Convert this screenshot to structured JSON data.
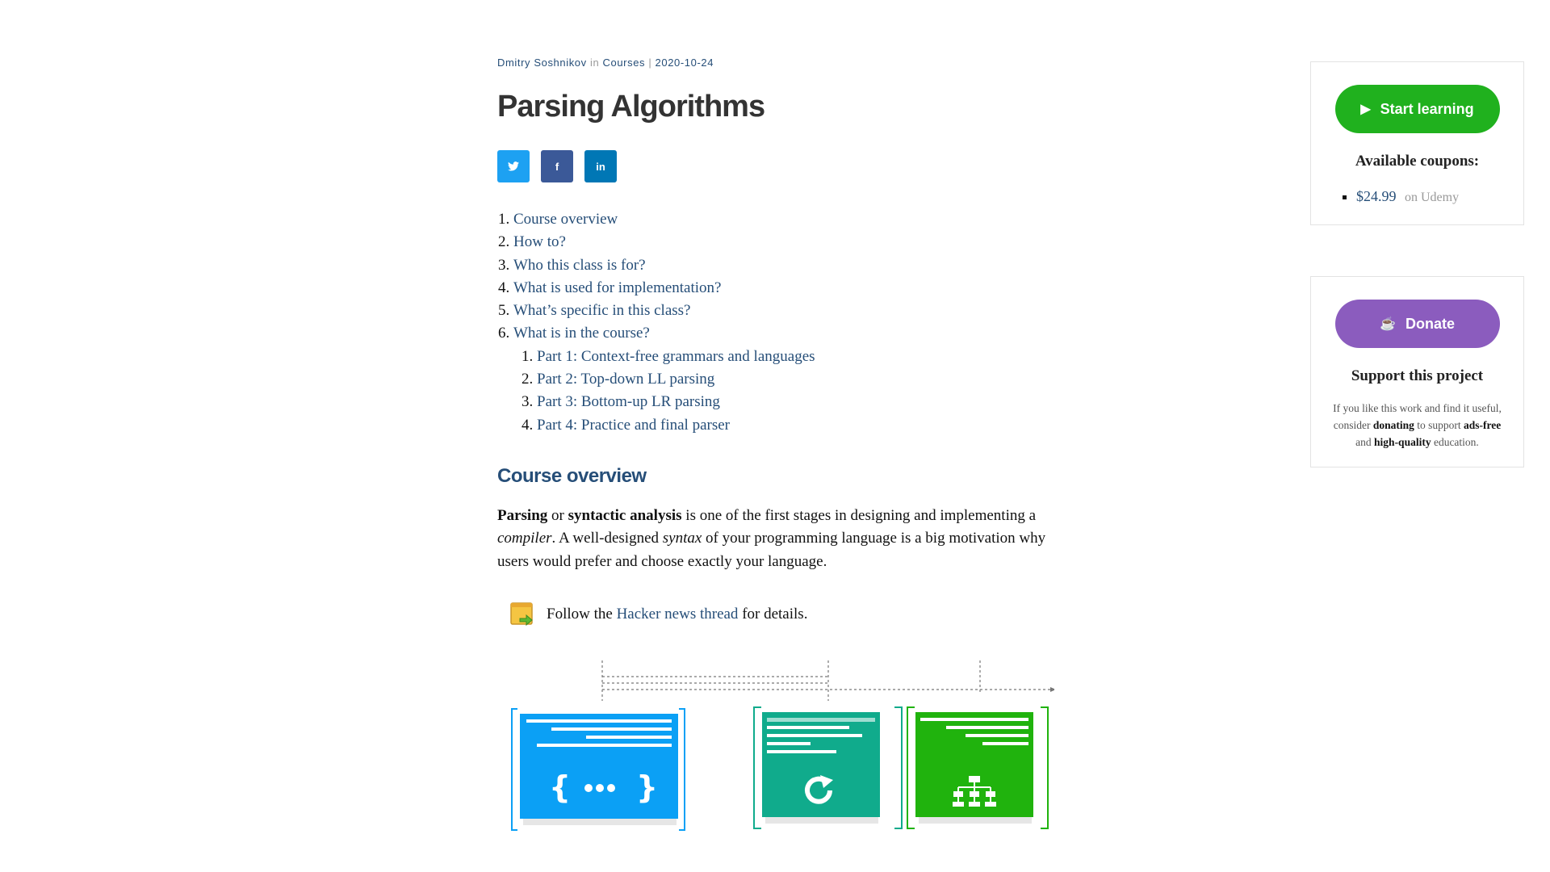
{
  "article": {
    "author": "Dmitry Soshnikov",
    "in": "in",
    "category": "Courses",
    "separator": "|",
    "date": "2020-10-24",
    "title": "Parsing Algorithms"
  },
  "share": {
    "twitter_icon": "twitter-icon",
    "facebook_icon": "facebook-icon",
    "linkedin_icon": "linkedin-icon",
    "twitter_glyph": "🐦",
    "facebook_glyph": "f",
    "linkedin_glyph": "in",
    "colors": {
      "twitter": "#1da1f2",
      "facebook": "#3b5998",
      "linkedin": "#0077b5"
    }
  },
  "toc": {
    "items": [
      "Course overview",
      "How to?",
      "Who this class is for?",
      "What is used for implementation?",
      "What’s specific in this class?",
      "What is in the course?"
    ],
    "subitems": [
      "Part 1: Context-free grammars and languages",
      "Part 2: Top-down LL parsing",
      "Part 3: Bottom-up LR parsing",
      "Part 4: Practice and final parser"
    ]
  },
  "overview": {
    "heading": "Course overview",
    "t1_bold": "Parsing",
    "t2": " or ",
    "t3_bold": "syntactic analysis",
    "t4": " is one of the first stages in designing and implementing a ",
    "t5_italic": "compiler",
    "t6": ". A well-designed ",
    "t7_italic": "syntax",
    "t8": " of your programming language is a big motivation why users would prefer and choose exactly your language."
  },
  "note": {
    "icon": "note-arrow-icon",
    "prefix": "Follow the ",
    "link": "Hacker news thread",
    "suffix": " for details."
  },
  "diagram": {
    "icons": [
      "braces-code-icon",
      "refresh-cycle-icon",
      "tree-hierarchy-icon"
    ],
    "colors": [
      "#0ba0f5",
      "#10ab8c",
      "#20b30d"
    ]
  },
  "sidebar": {
    "start_button": "Start learning",
    "start_icon": "play-icon",
    "coupons_title": "Available coupons:",
    "coupons": [
      {
        "price": "$24.99",
        "source": "on Udemy"
      }
    ],
    "donate_button": "Donate",
    "donate_icon": "coffee-icon",
    "support_title": "Support this project",
    "support_1": "If you like this work and find it useful, consider ",
    "support_2": "donating",
    "support_3": " to support ",
    "support_4": "ads-free",
    "support_5": " and ",
    "support_6": "high-quality",
    "support_7": " education.",
    "colors": {
      "start": "#20b11e",
      "donate": "#8b5cbe"
    }
  }
}
